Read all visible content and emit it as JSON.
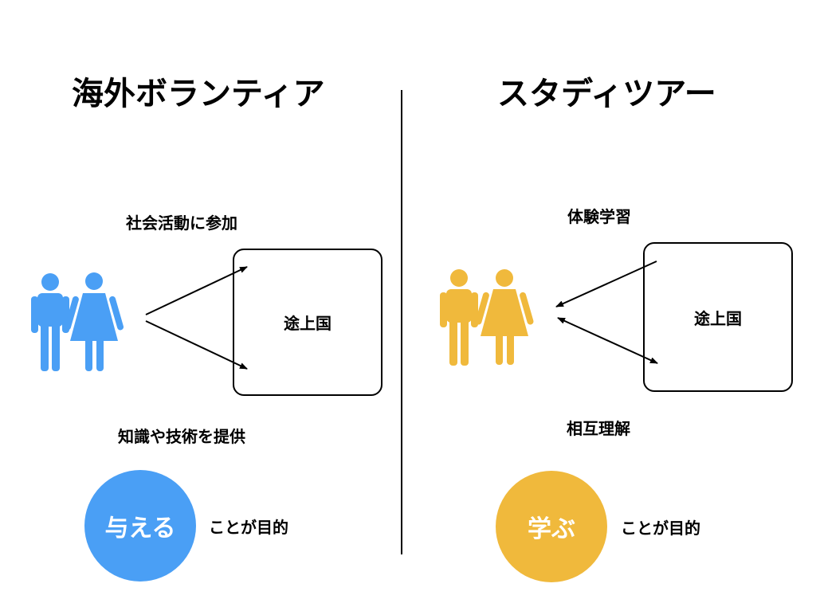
{
  "left": {
    "title": "海外ボランティア",
    "top_label": "社会活動に参加",
    "box_label": "途上国",
    "bottom_label": "知識や技術を提供",
    "circle_label": "与える",
    "purpose_label": "ことが目的",
    "color": "#4A9FF5",
    "icon": "people-icon"
  },
  "right": {
    "title": "スタディツアー",
    "top_label": "体験学習",
    "box_label": "途上国",
    "bottom_label": "相互理解",
    "circle_label": "学ぶ",
    "purpose_label": "ことが目的",
    "color": "#F0B93C",
    "icon": "people-icon"
  }
}
